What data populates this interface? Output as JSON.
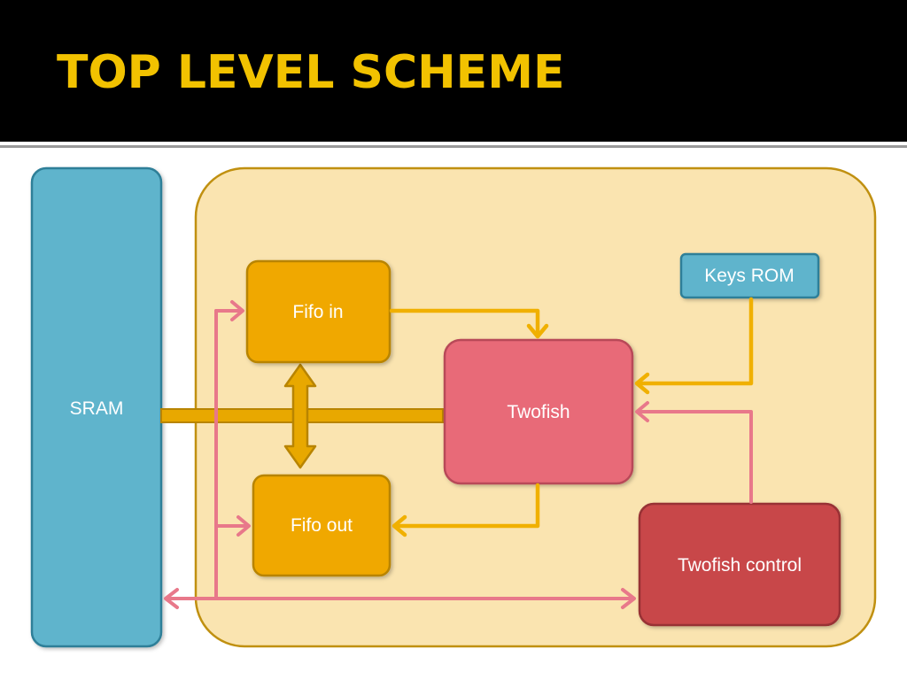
{
  "slide": {
    "title": "TOP LEVEL SCHEME"
  },
  "diagram": {
    "blocks": {
      "sram": "SRAM",
      "fifo_in": "Fifo in",
      "fifo_out": "Fifo out",
      "twofish": "Twofish",
      "keys_rom": "Keys ROM",
      "twofish_control": "Twofish control"
    }
  },
  "colors": {
    "title_text": "#f2c200",
    "sram_fill": "#5fb4cc",
    "module_fill": "#fae4b0",
    "fifo_fill": "#f0a800",
    "twofish_fill": "#e86a78",
    "control_fill": "#c8464a",
    "data_arrow": "#f0b000",
    "control_arrow": "#e8788a"
  }
}
